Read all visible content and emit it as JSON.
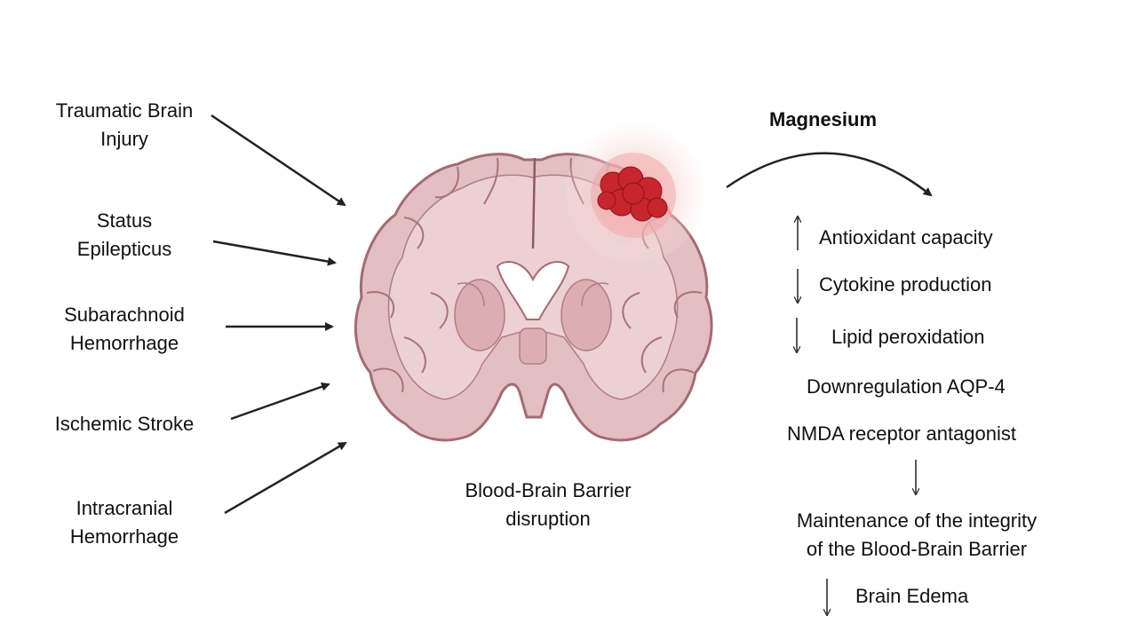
{
  "causes": [
    {
      "line1": "Traumatic Brain",
      "line2": "Injury"
    },
    {
      "line1": "Status",
      "line2": "Epilepticus"
    },
    {
      "line1": "Subarachnoid",
      "line2": "Hemorrhage"
    },
    {
      "line1": "Ischemic Stroke",
      "line2": ""
    },
    {
      "line1": "Intracranial",
      "line2": "Hemorrhage"
    }
  ],
  "center": {
    "line1": "Blood-Brain Barrier",
    "line2": "disruption"
  },
  "magnesium": {
    "title": "Magnesium",
    "effects": [
      {
        "text": "Antioxidant capacity",
        "arrow": "up"
      },
      {
        "text": "Cytokine production",
        "arrow": "down"
      },
      {
        "text": "Lipid peroxidation",
        "arrow": "down"
      },
      {
        "text": "Downregulation AQP-4",
        "arrow": ""
      },
      {
        "text": "NMDA receptor antagonist",
        "arrow": ""
      }
    ],
    "outcome": {
      "line1": "Maintenance of the integrity",
      "line2": "of the Blood-Brain Barrier"
    },
    "final": {
      "text": "Brain Edema",
      "arrow": "down"
    }
  },
  "colors": {
    "brain_fill": "#e2bcc0",
    "brain_outline": "#a06a72",
    "lesion": "#c8262e",
    "halo": "#f6d3d3",
    "arrow": "#222222"
  }
}
